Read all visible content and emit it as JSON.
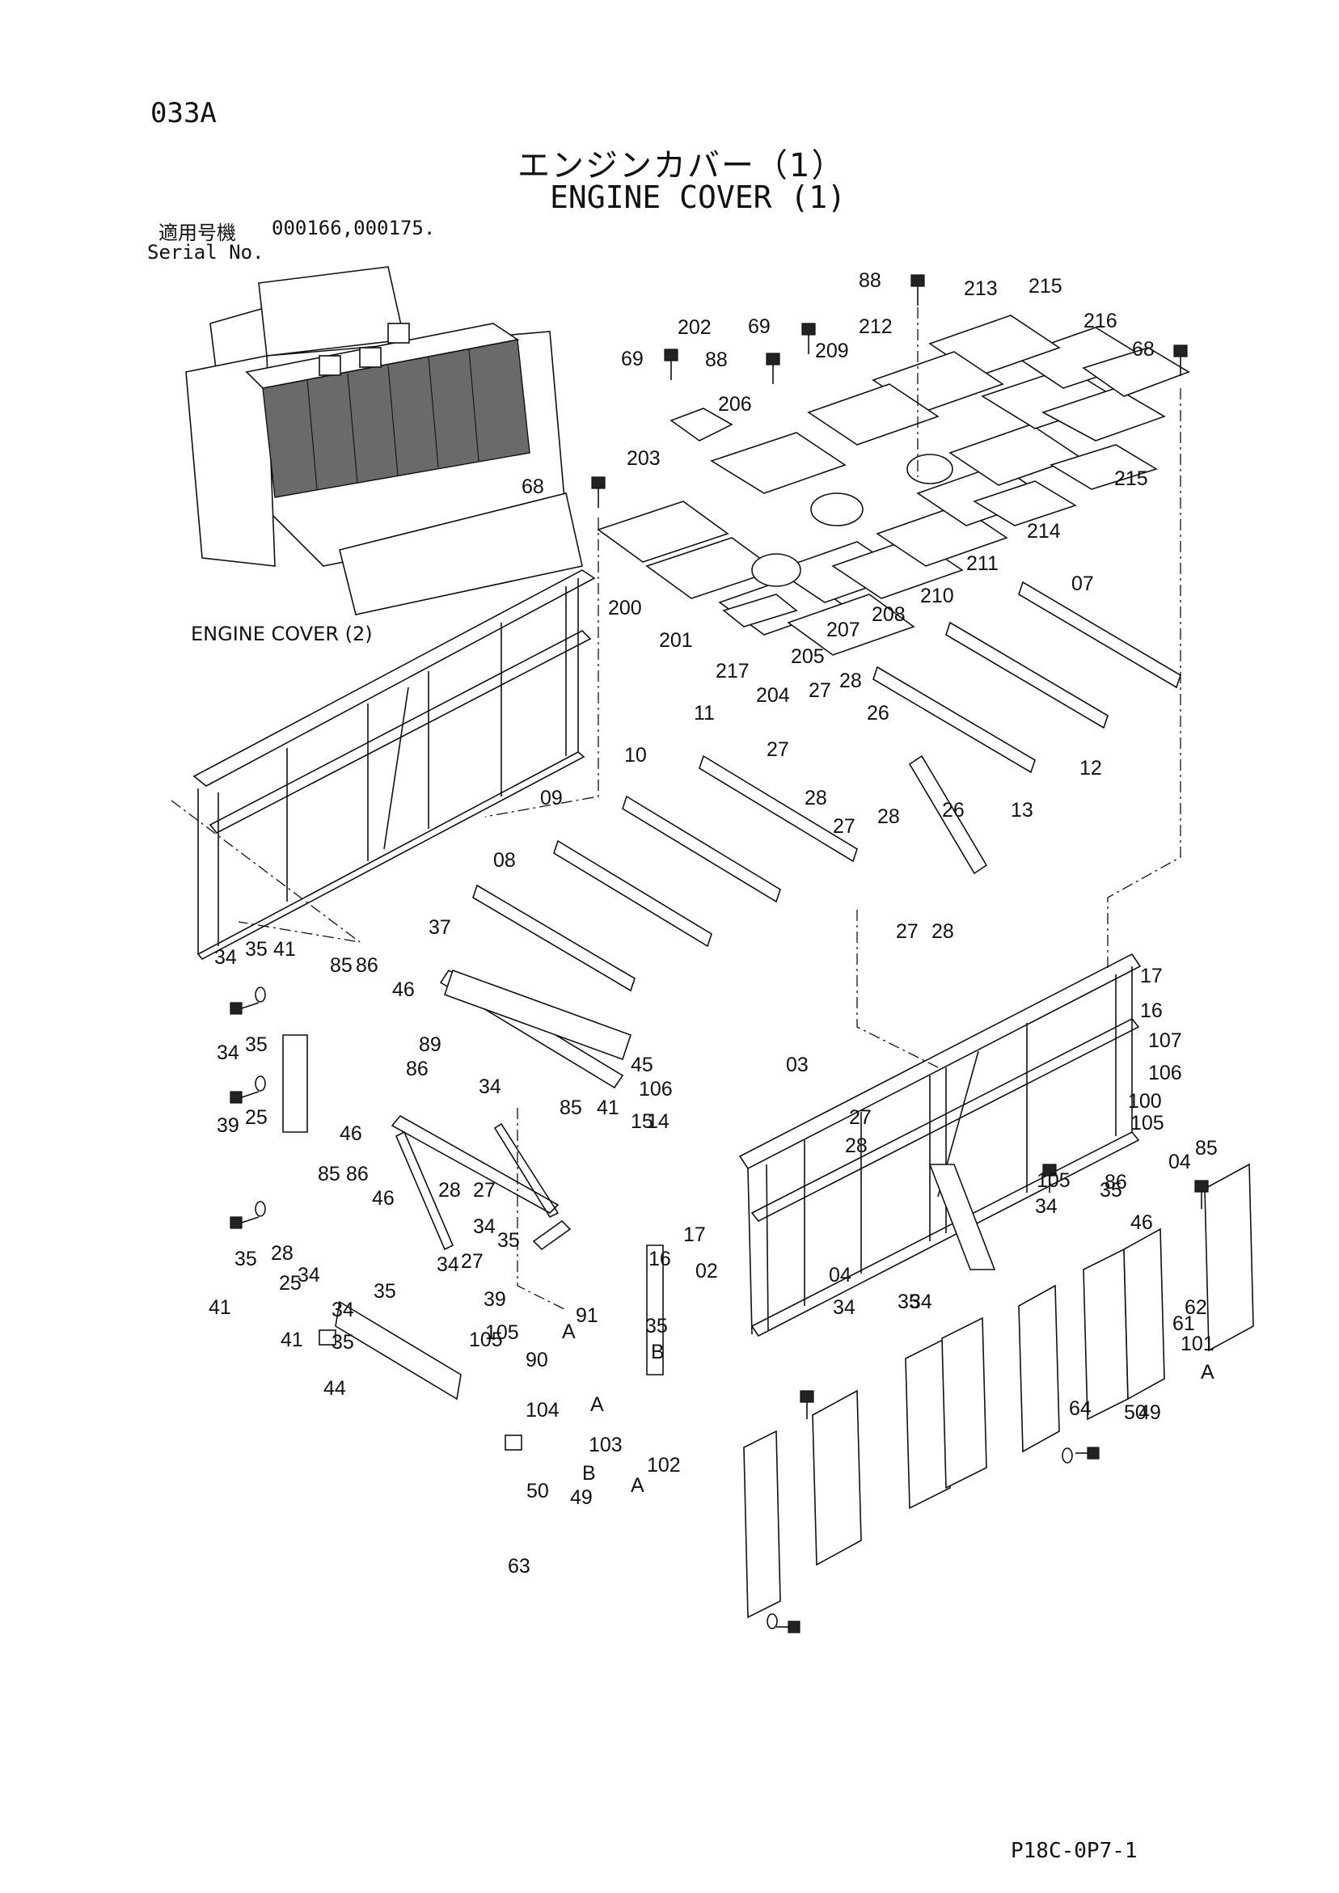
{
  "header": {
    "page_code": "033A",
    "title_ja": "エンジンカバー（1）",
    "title_en": "ENGINE COVER (1)",
    "serial_label_ja": "適用号機",
    "serial_numbers": "000166,000175.",
    "serial_label_en": "Serial No."
  },
  "reference_label": "ENGINE COVER (2)",
  "footer_code": "P18C-0P7-1",
  "callouts": [
    "88",
    "213",
    "215",
    "216",
    "68",
    "202",
    "69",
    "212",
    "88",
    "209",
    "69",
    "206",
    "203",
    "68",
    "215",
    "214",
    "211",
    "210",
    "208",
    "207",
    "200",
    "201",
    "217",
    "204",
    "205",
    "07",
    "28",
    "27",
    "26",
    "11",
    "12",
    "27",
    "28",
    "13",
    "10",
    "27",
    "28",
    "26",
    "09",
    "08",
    "27",
    "28",
    "37",
    "17",
    "16",
    "34",
    "35",
    "41",
    "85",
    "86",
    "46",
    "89",
    "45",
    "34",
    "35",
    "34",
    "106",
    "107",
    "106",
    "100",
    "105",
    "03",
    "04",
    "105",
    "34",
    "35",
    "39",
    "25",
    "46",
    "86",
    "85",
    "41",
    "15",
    "14",
    "27",
    "28",
    "85",
    "86",
    "46",
    "27",
    "28",
    "34",
    "35",
    "17",
    "16",
    "02",
    "04",
    "34",
    "35",
    "41",
    "28",
    "25",
    "34",
    "27",
    "34",
    "35",
    "39",
    "105",
    "105",
    "91",
    "35",
    "34",
    "35",
    "46",
    "85",
    "86",
    "41",
    "34",
    "35",
    "44",
    "90",
    "104",
    "A",
    "A",
    "B",
    "103",
    "B",
    "A",
    "102",
    "63",
    "50",
    "49",
    "61",
    "101",
    "A",
    "62",
    "64",
    "50",
    "49"
  ],
  "icons": {
    "bolt": "bolt-icon",
    "washer": "washer-icon",
    "clip": "clip-icon"
  },
  "colors": {
    "ink": "#111111",
    "paper": "#ffffff"
  }
}
